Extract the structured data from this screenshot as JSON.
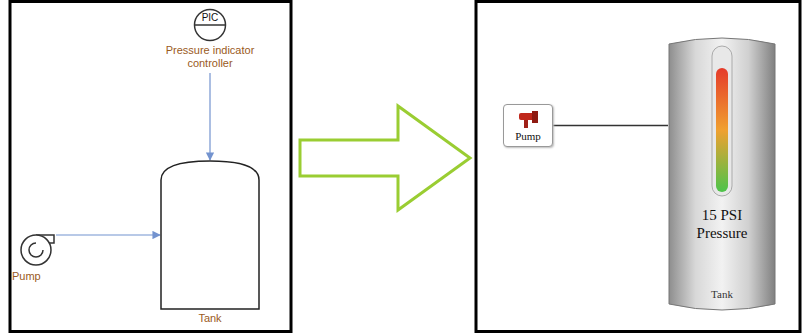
{
  "diagram": {
    "nodes": [
      {
        "text": [
          "PIC",
          "Pressure indicator controller"
        ]
      },
      {
        "text": [
          "Pump"
        ]
      },
      {
        "text": [
          "Tank"
        ]
      },
      {
        "text": [
          "Pump"
        ]
      },
      {
        "text": [
          "15 PSI Pressure",
          "Tank"
        ]
      }
    ],
    "edges": [
      {
        "from": 0,
        "to": 2,
        "arrow": "to"
      },
      {
        "from": 1,
        "to": 2,
        "arrow": "to"
      },
      {
        "from": 3,
        "to": 4,
        "arrow": "none"
      }
    ]
  }
}
